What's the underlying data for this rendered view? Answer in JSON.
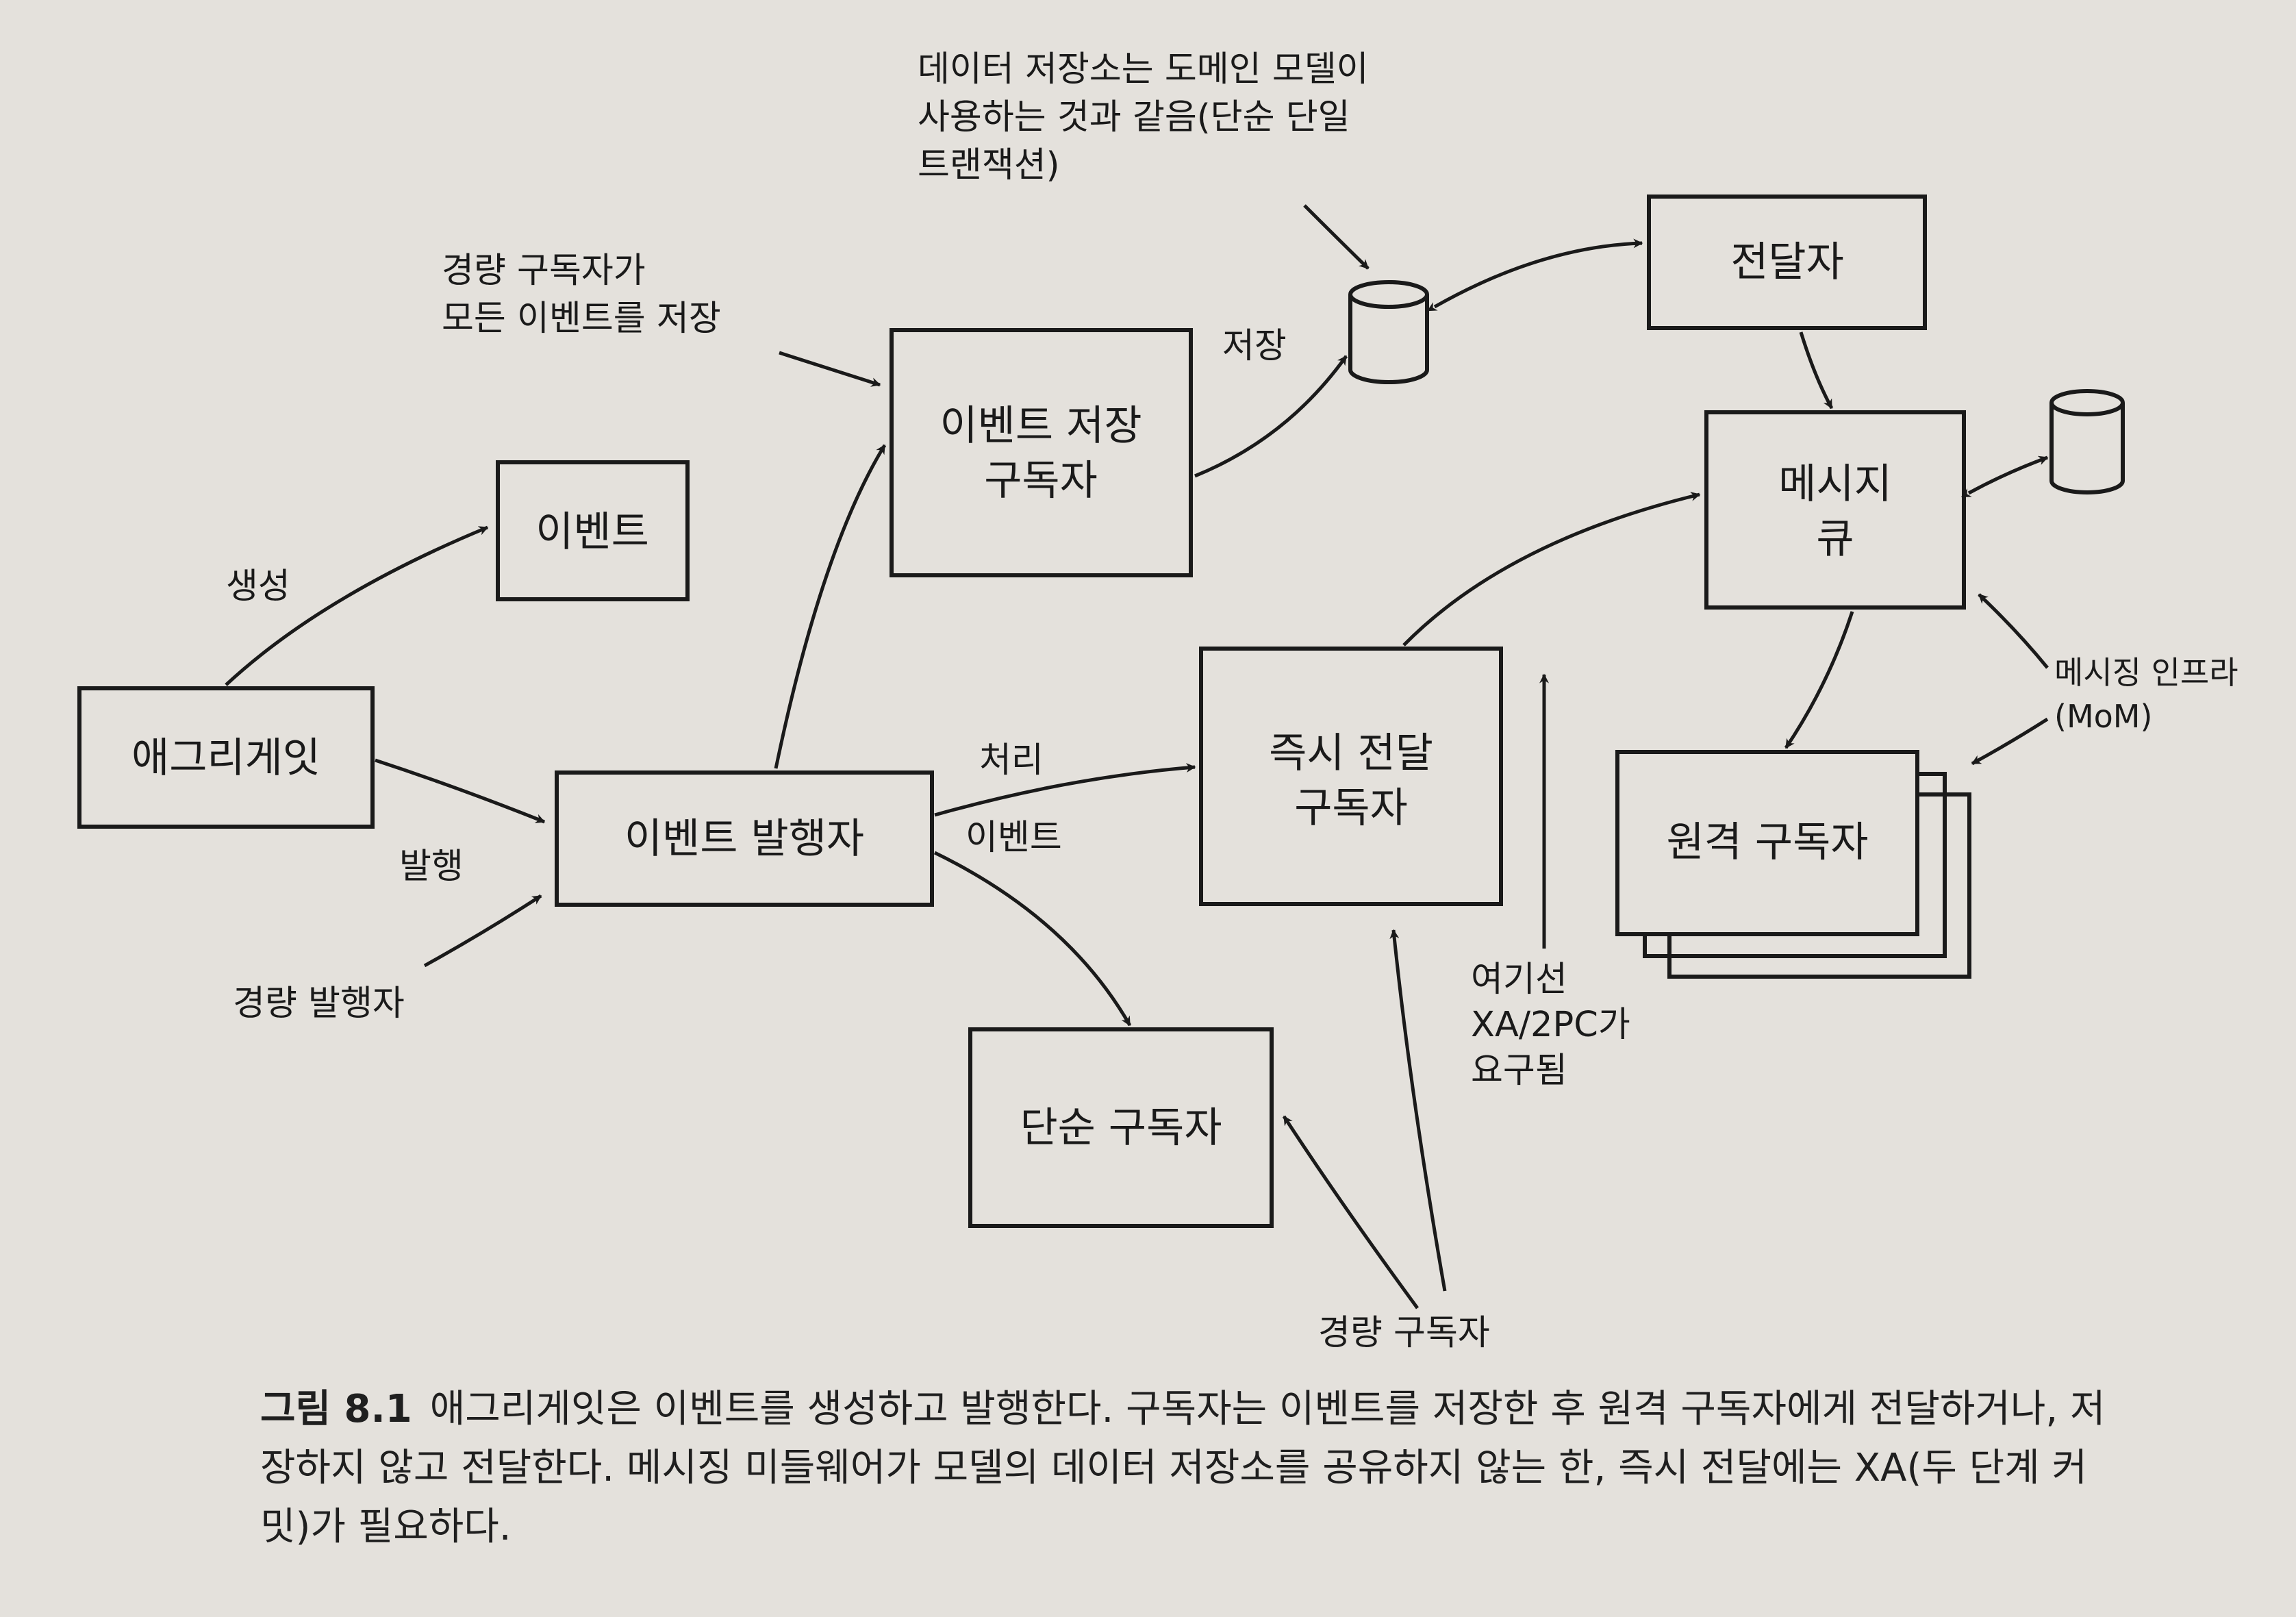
{
  "nodes": {
    "aggregate": "애그리게잇",
    "event": "이벤트",
    "event_store_subscriber": [
      "이벤트 저장",
      "구독자"
    ],
    "event_publisher": "이벤트 발행자",
    "immediate_subscriber": [
      "즉시 전달",
      "구독자"
    ],
    "simple_subscriber": "단순 구독자",
    "forwarder": "전달자",
    "message_queue": [
      "메시지",
      "큐"
    ],
    "remote_subscriber": "원격 구독자"
  },
  "labels": {
    "create": "생성",
    "publish": "발행",
    "light_publisher": "경량 발행자",
    "light_subscriber_stores": [
      "경량 구독자가",
      "모든 이벤트를 저장"
    ],
    "store": "저장",
    "datastore_note": [
      "데이터 저장소는 도메인 모델이",
      "사용하는 것과 같음(단순 단일",
      "트랜잭션)"
    ],
    "process_event": [
      "처리",
      "이벤트"
    ],
    "messaging_infra": [
      "메시징 인프라",
      "(MoM)"
    ],
    "xa_required": [
      "여기선",
      "XA/2PC가",
      "요구됨"
    ],
    "light_subscriber": "경량 구독자"
  },
  "caption": {
    "figure": "그림 8.1",
    "text": "애그리게잇은 이벤트를 생성하고 발행한다. 구독자는 이벤트를 저장한 후 원격 구독자에게 전달하거나, 저장하지 않고 전달한다. 메시징 미들웨어가 모델의 데이터 저장소를 공유하지 않는 한, 즉시 전달에는 XA(두 단계 커밋)가 필요하다."
  }
}
